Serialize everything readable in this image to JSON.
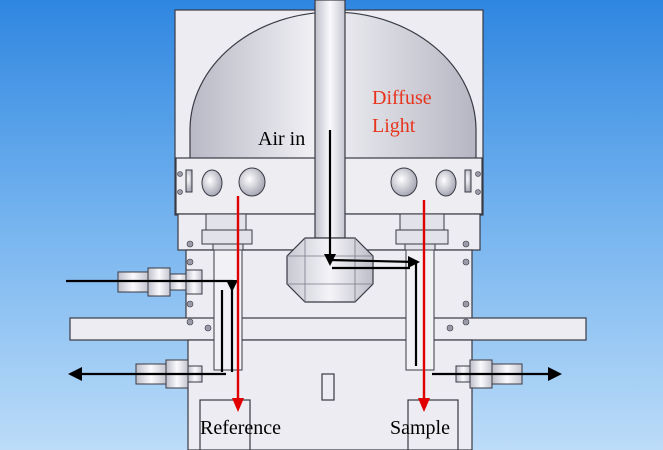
{
  "labels": {
    "air_in": "Air in",
    "diffuse_line1": "Diffuse",
    "diffuse_line2": "Light",
    "reference": "Reference",
    "sample": "Sample"
  },
  "colors": {
    "background_top": "#2f86e0",
    "background_bottom": "#bcdcf8",
    "body_fill": "#ececf2",
    "outline": "#3a3a44",
    "flow_arrow": "#000000",
    "light_arrow": "#e00000",
    "diffuse_text": "#e8341c",
    "label_text": "#000000"
  }
}
